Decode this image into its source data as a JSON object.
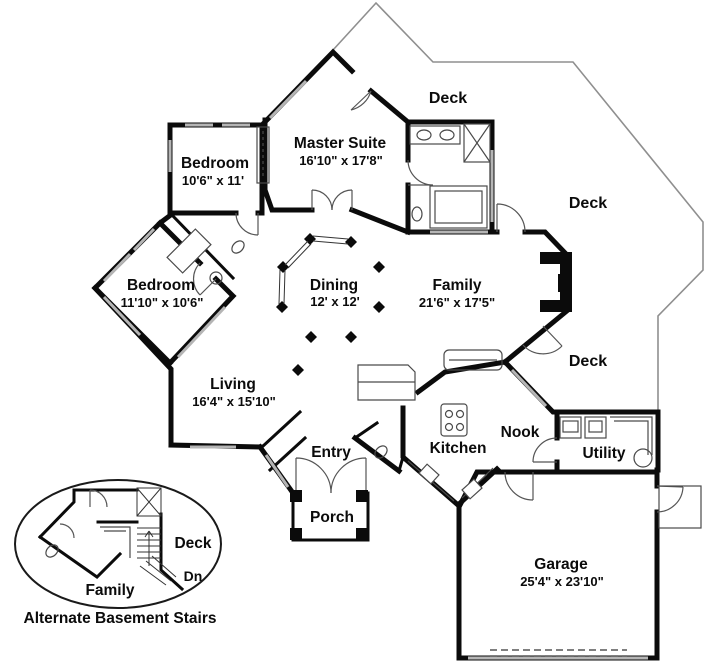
{
  "plan": {
    "rooms": {
      "master": {
        "label": "Master Suite",
        "dims": "16'10\" x 17'8\""
      },
      "bedroom_top": {
        "label": "Bedroom",
        "dims": "10'6\" x 11'"
      },
      "bedroom_left": {
        "label": "Bedroom",
        "dims": "11'10\" x 10'6\""
      },
      "dining": {
        "label": "Dining",
        "dims": "12' x 12'"
      },
      "family": {
        "label": "Family",
        "dims": "21'6\" x 17'5\""
      },
      "living": {
        "label": "Living",
        "dims": "16'4\" x 15'10\""
      },
      "entry": {
        "label": "Entry"
      },
      "kitchen": {
        "label": "Kitchen"
      },
      "nook": {
        "label": "Nook"
      },
      "utility": {
        "label": "Utility"
      },
      "porch": {
        "label": "Porch"
      },
      "garage": {
        "label": "Garage",
        "dims": "25'4\" x 23'10\""
      }
    },
    "decks": {
      "top": "Deck",
      "upper_right": "Deck",
      "middle_right": "Deck"
    },
    "inset": {
      "deck": "Deck",
      "down": "Dn",
      "family": "Family",
      "caption": "Alternate Basement Stairs"
    },
    "colors": {
      "wall": "#0b0b0b",
      "thin_line": "#8f8f8f",
      "background": "#ffffff"
    }
  }
}
